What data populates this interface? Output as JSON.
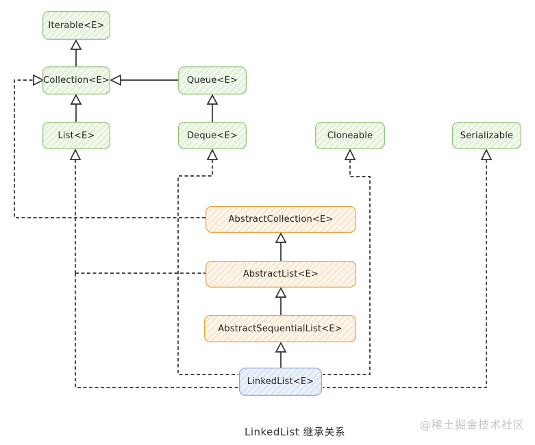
{
  "diagram": {
    "caption": "LinkedList 继承关系",
    "watermark": "@稀土掘金技术社区",
    "nodes": [
      {
        "id": "iterable",
        "label": "Iterable<E>",
        "kind": "interface"
      },
      {
        "id": "collection",
        "label": "Collection<E>",
        "kind": "interface"
      },
      {
        "id": "queue",
        "label": "Queue<E>",
        "kind": "interface"
      },
      {
        "id": "list",
        "label": "List<E>",
        "kind": "interface"
      },
      {
        "id": "deque",
        "label": "Deque<E>",
        "kind": "interface"
      },
      {
        "id": "cloneable",
        "label": "Cloneable",
        "kind": "interface"
      },
      {
        "id": "serializable",
        "label": "Serializable",
        "kind": "interface"
      },
      {
        "id": "abstract_collection",
        "label": "AbstractCollection<E>",
        "kind": "abstract-class"
      },
      {
        "id": "abstract_list",
        "label": "AbstractList<E>",
        "kind": "abstract-class"
      },
      {
        "id": "abstract_sequential_list",
        "label": "AbstractSequentialList<E>",
        "kind": "abstract-class"
      },
      {
        "id": "linked_list",
        "label": "LinkedList<E>",
        "kind": "class"
      }
    ],
    "edges": [
      {
        "from": "Collection<E>",
        "to": "Iterable<E>",
        "relation": "extends",
        "line": "solid"
      },
      {
        "from": "List<E>",
        "to": "Collection<E>",
        "relation": "extends",
        "line": "solid"
      },
      {
        "from": "Queue<E>",
        "to": "Collection<E>",
        "relation": "extends",
        "line": "solid"
      },
      {
        "from": "Deque<E>",
        "to": "Queue<E>",
        "relation": "extends",
        "line": "solid"
      },
      {
        "from": "AbstractCollection<E>",
        "to": "Collection<E>",
        "relation": "implements",
        "line": "dashed"
      },
      {
        "from": "AbstractList<E>",
        "to": "AbstractCollection<E>",
        "relation": "extends",
        "line": "solid"
      },
      {
        "from": "AbstractList<E>",
        "to": "List<E>",
        "relation": "implements",
        "line": "dashed"
      },
      {
        "from": "AbstractSequentialList<E>",
        "to": "AbstractList<E>",
        "relation": "extends",
        "line": "solid"
      },
      {
        "from": "LinkedList<E>",
        "to": "AbstractSequentialList<E>",
        "relation": "extends",
        "line": "solid"
      },
      {
        "from": "LinkedList<E>",
        "to": "List<E>",
        "relation": "implements",
        "line": "dashed"
      },
      {
        "from": "LinkedList<E>",
        "to": "Deque<E>",
        "relation": "implements",
        "line": "dashed"
      },
      {
        "from": "LinkedList<E>",
        "to": "Cloneable",
        "relation": "implements",
        "line": "dashed"
      },
      {
        "from": "LinkedList<E>",
        "to": "Serializable",
        "relation": "implements",
        "line": "dashed"
      }
    ],
    "colors": {
      "interface_border": "#94c178",
      "interface_fill": "#f1f8ec",
      "abstract_border": "#e0a43c",
      "abstract_fill": "#fdf6ea",
      "class_border": "#89a9d8",
      "class_fill": "#ecf2fa",
      "line": "#2e2e2e",
      "text": "#222222",
      "watermark_color": "#c4c4c4"
    }
  }
}
